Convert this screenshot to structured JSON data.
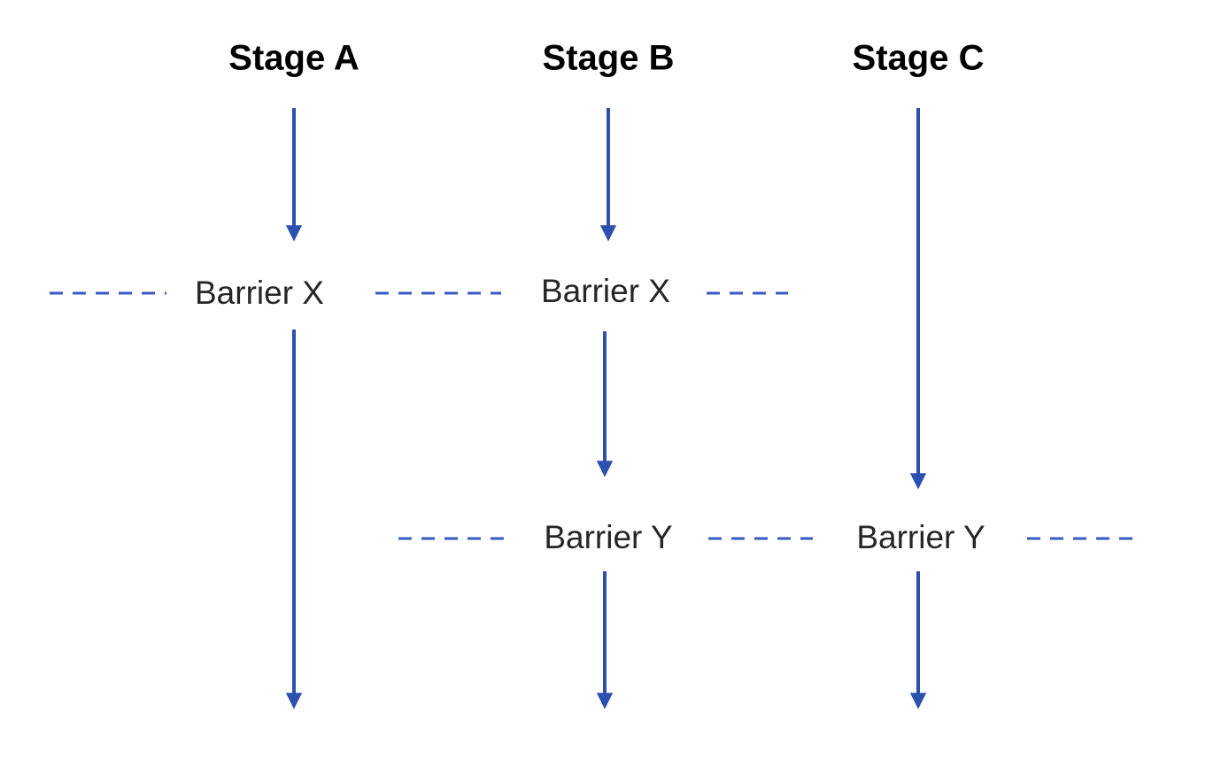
{
  "diagram": {
    "title": "stage-barrier-pipeline",
    "stages": [
      {
        "id": "stage-a",
        "label": "Stage A"
      },
      {
        "id": "stage-b",
        "label": "Stage B"
      },
      {
        "id": "stage-c",
        "label": "Stage C"
      }
    ],
    "barriers": {
      "x": {
        "label": "Barrier X",
        "occurrences": 2
      },
      "y": {
        "label": "Barrier Y",
        "occurrences": 2
      }
    },
    "colors": {
      "arrow": "#2d4fae",
      "dashed_line": "#3a5ac2",
      "barrier_text": "#262626",
      "stage_text": "#000000",
      "background": "#ffffff"
    }
  }
}
